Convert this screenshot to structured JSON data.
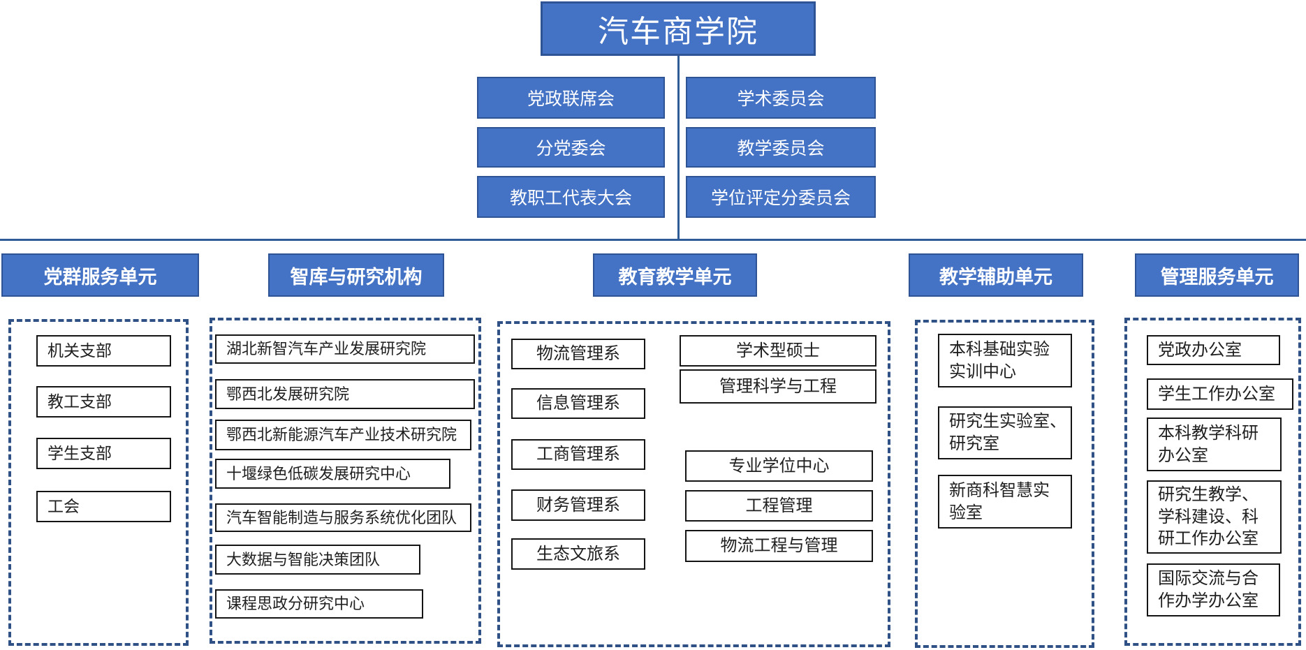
{
  "title": "汽车商学院",
  "colors": {
    "box_fill": "#4472C4",
    "box_border": "#2F5496",
    "dashed_border": "#2F5186",
    "connector_line": "#2F5B96",
    "item_border": "#141414",
    "item_text": "#1f1f1f"
  },
  "committees": {
    "left": [
      "党政联席会",
      "分党委会",
      "教职工代表大会"
    ],
    "right": [
      "学术委员会",
      "教学委员会",
      "学位评定分委员会"
    ]
  },
  "sections": [
    {
      "header": "党群服务单元",
      "items": [
        "机关支部",
        "教工支部",
        "学生支部",
        "工会"
      ]
    },
    {
      "header": "智库与研究机构",
      "items": [
        "湖北新智汽车产业发展研究院",
        "鄂西北发展研究院",
        "鄂西北新能源汽车产业技术研究院",
        "十堰绿色低碳发展研究中心",
        "汽车智能制造与服务系统优化团队",
        "大数据与智能决策团队",
        "课程思政分研究中心"
      ]
    },
    {
      "header": "教育教学单元",
      "left_items": [
        "物流管理系",
        "信息管理系",
        "工商管理系",
        "财务管理系",
        "生态文旅系"
      ],
      "right_items": [
        "学术型硕士",
        "管理科学与工程",
        "专业学位中心",
        "工程管理",
        "物流工程与管理"
      ]
    },
    {
      "header": "教学辅助单元",
      "items": [
        "本科基础实验\n实训中心",
        "研究生实验室、\n研究室",
        "新商科智慧实\n验室"
      ]
    },
    {
      "header": "管理服务单元",
      "items": [
        "党政办公室",
        "学生工作办公室",
        "本科教学科研\n办公室",
        "研究生教学、\n学科建设、科\n研工作办公室",
        "国际交流与合\n作办学办公室"
      ]
    }
  ]
}
